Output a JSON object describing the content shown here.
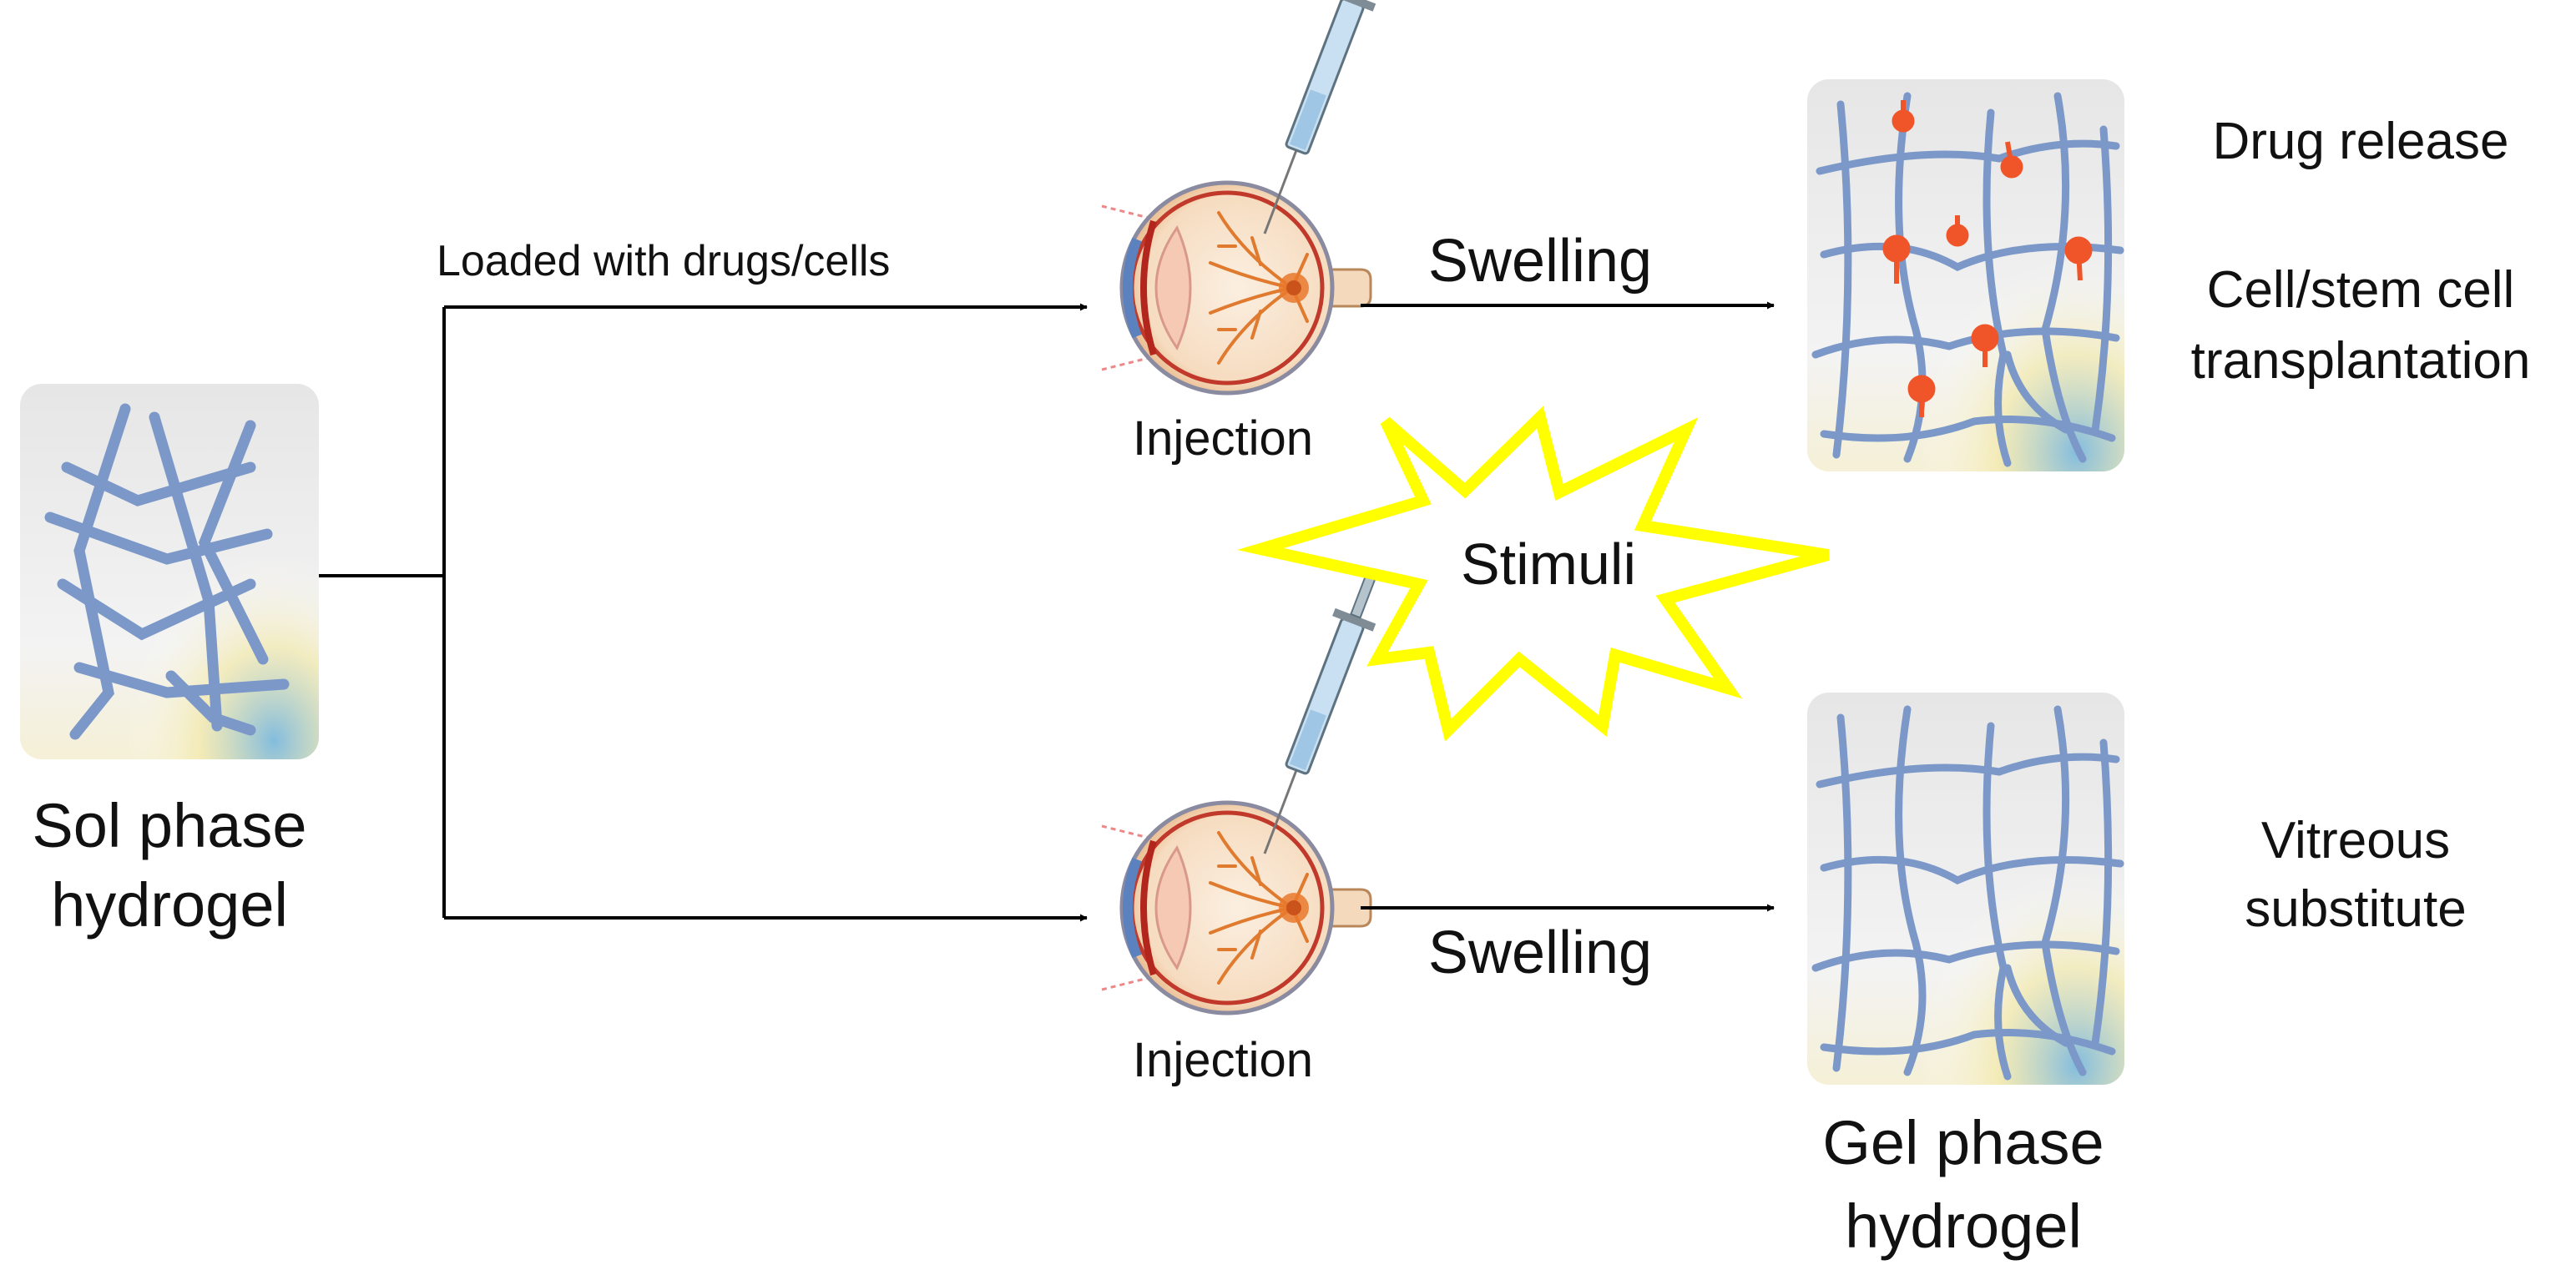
{
  "sol_phase": {
    "line1": "Sol phase",
    "line2": "hydrogel"
  },
  "gel_phase": {
    "line1": "Gel phase",
    "line2": "hydrogel"
  },
  "top_branch": {
    "condition": "Loaded with drugs/cells",
    "step": "Injection",
    "arrow_label": "Swelling",
    "outcomes": {
      "drug_release": "Drug release",
      "cell_line1": "Cell/stem cell",
      "cell_line2": "transplantation"
    }
  },
  "bottom_branch": {
    "step": "Injection",
    "arrow_label": "Swelling",
    "outcome_line1": "Vitreous",
    "outcome_line2": "substitute"
  },
  "stimuli": {
    "label": "Stimuli"
  },
  "colors": {
    "network": "#7b98c8",
    "panel_bg": "#eeeeee",
    "drug_marker": "#f0552a",
    "stimuli_star": "#ffff00",
    "arrow": "#000000",
    "eye_sclera": "#f7ddbf",
    "eye_retina": "#e07a2f",
    "iris": "#6d92c4"
  }
}
